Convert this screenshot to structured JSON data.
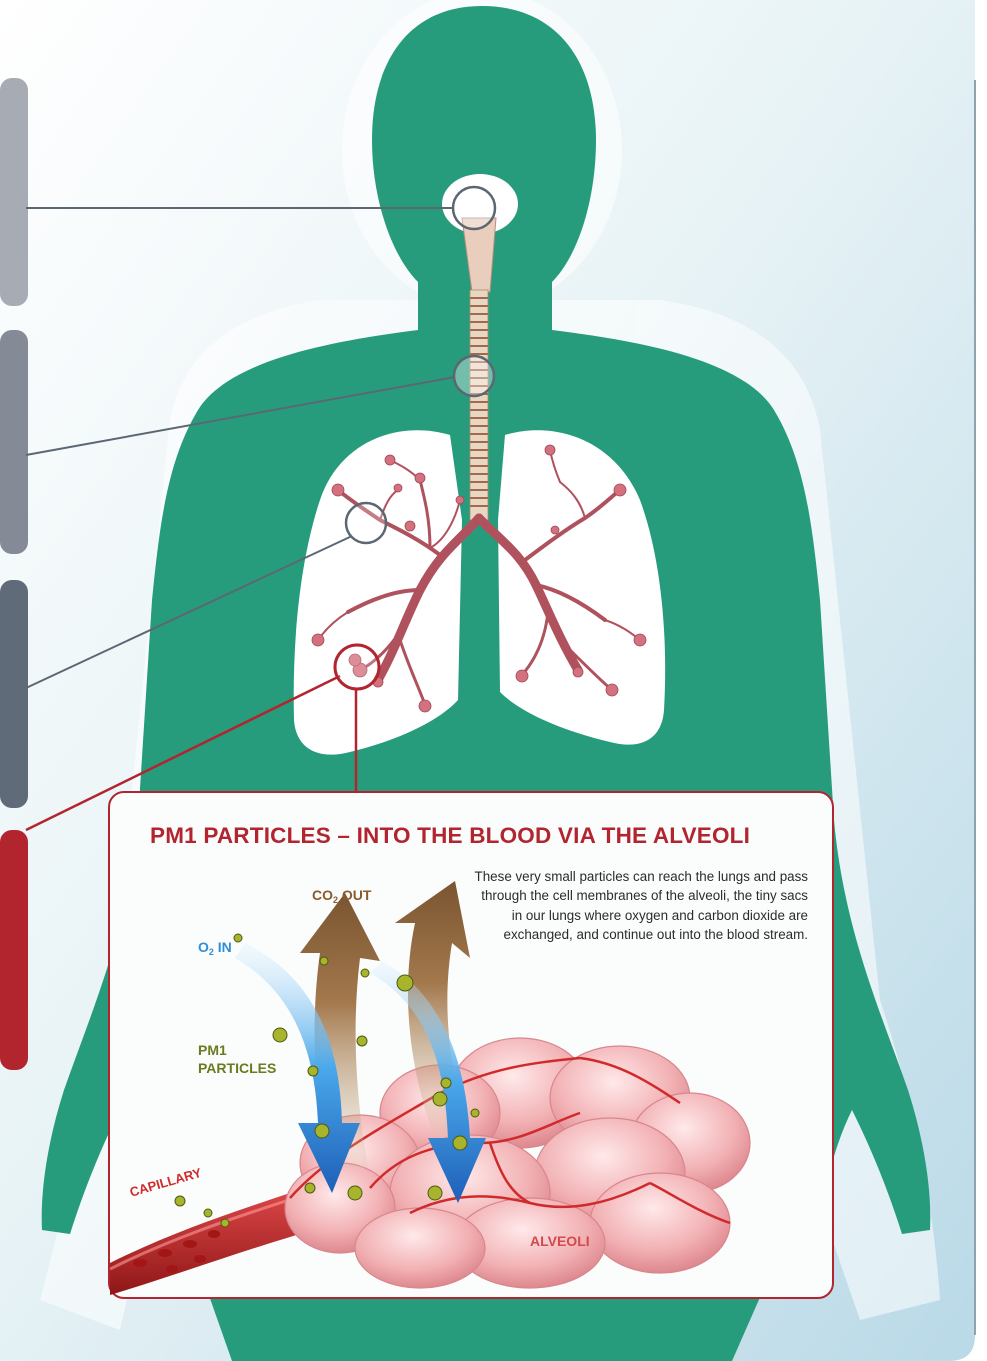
{
  "panel": {
    "title": "PM1 PARTICLES – INTO THE BLOOD VIA THE ALVEOLI",
    "description": "These very small particles can reach the lungs and pass through the cell membranes of the alveoli, the tiny sacs in our lungs where oxygen and carbon dioxide are exchanged, and continue out into the blood stream."
  },
  "labels": {
    "co2_prefix": "CO",
    "co2_sub": "2",
    "co2_suffix": " OUT",
    "o2_prefix": "O",
    "o2_sub": "2",
    "o2_suffix": " IN",
    "pm1_line1": "PM1",
    "pm1_line2": "PARTICLES",
    "alveoli": "ALVEOLI",
    "capillary": "CAPILLARY"
  },
  "colors": {
    "body_green": "#279c7d",
    "accent_red": "#b2252f",
    "tab_light": "#a6abb4",
    "tab_mid": "#848b96",
    "tab_dark": "#5f6b79",
    "tab_red": "#b2252f",
    "lung_pink": "#b0525e",
    "oxygen_blue": "#2f8fd6",
    "co2_brown": "#8b5a2b"
  }
}
